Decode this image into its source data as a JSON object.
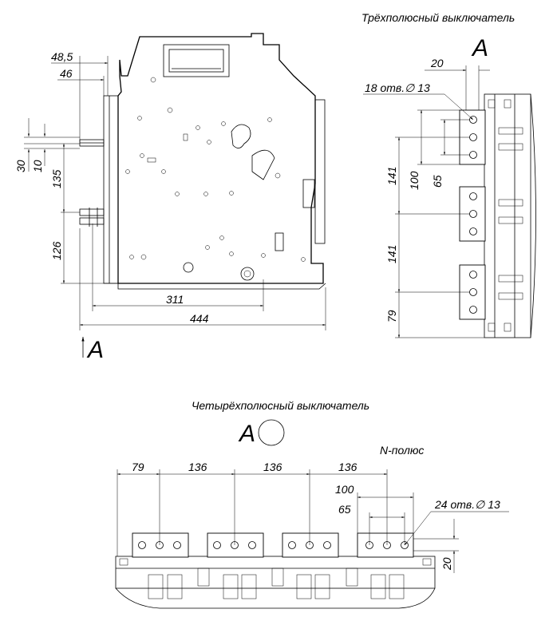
{
  "titles": {
    "three_pole": "Трёхполюсный выключатель",
    "four_pole": "Четырёхполюсный выключатель",
    "n_pole": "N-полюс",
    "view_a": "A"
  },
  "side_view": {
    "dims": {
      "d48_5": "48,5",
      "d46": "46",
      "d30": "30",
      "d10": "10",
      "d135": "135",
      "d126": "126",
      "d311": "311",
      "d444": "444"
    }
  },
  "three_pole_view": {
    "dims": {
      "d20": "20",
      "holes": "18 отв.∅ 13",
      "d141a": "141",
      "d100": "100",
      "d65": "65",
      "d141b": "141",
      "d79": "79"
    }
  },
  "four_pole_view": {
    "dims": {
      "d79": "79",
      "d136a": "136",
      "d136b": "136",
      "d136c": "136",
      "d100": "100",
      "d65": "65",
      "holes": "24 отв.∅ 13",
      "d20": "20"
    }
  }
}
